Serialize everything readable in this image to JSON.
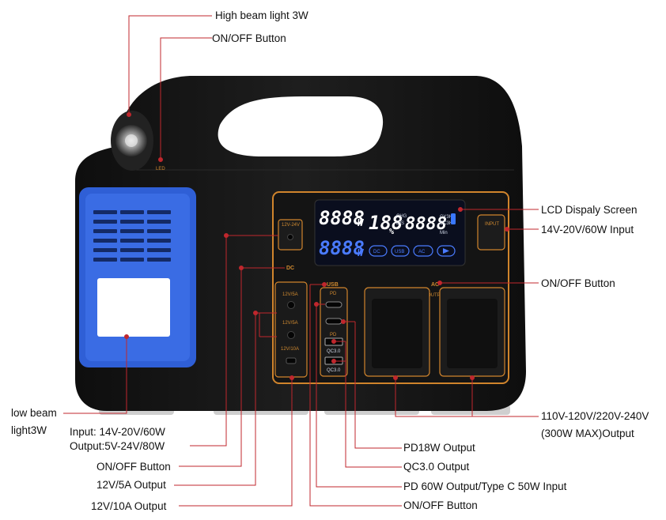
{
  "device": {
    "led_text": "LED",
    "dc_label": "DC",
    "usb_label": "USB",
    "ac_label": "AC",
    "ac_output_text": "OUTPUT",
    "input_port_text": "INPUT",
    "dc_input_text": "12V-24V",
    "dc_out_1": "12V/5A",
    "dc_out_2": "12V/5A",
    "dc_out_3": "12V/10A",
    "usb_pd": "PD",
    "usb_pd2": "PD",
    "usb_qc1": "QC3.0",
    "usb_qc2": "QC3.0"
  },
  "lcd": {
    "top_left": "8888",
    "top_left_unit": "W",
    "percent": "188",
    "percent_sign": "%",
    "top_right": "8888",
    "top_right_unit": "Min",
    "bottom_left": "8888",
    "bottom_left_unit": "W",
    "icon_dc": "DC",
    "icon_usb": "USB",
    "icon_ac": "AC",
    "small_left_1": "CHG",
    "small_left_2": "DIS",
    "small_right_1": "CY3H",
    "small_right_2": "CC3H"
  },
  "labels": {
    "high_beam": "High beam light 3W",
    "on_off_top": "ON/OFF Button",
    "lcd": "LCD Dispaly Screen",
    "input_14v": "14V-20V/60W Input",
    "on_off_ac": "ON/OFF Button",
    "low_beam_1": "low beam",
    "low_beam_2": "light3W",
    "dc_io_1": "Input:  14V-20V/60W",
    "dc_io_2": "Output:5V-24V/80W",
    "on_off_dc": "ON/OFF Button",
    "out_12v5a": "12V/5A Output",
    "out_12v10a": "12V/10A Output",
    "ac_out_1": "110V-120V/220V-240V",
    "ac_out_2": "(300W MAX)Output",
    "pd18": "PD18W Output",
    "qc30": "QC3.0  Output",
    "pd60": "PD 60W Output/Type C 50W Input",
    "on_off_usb": "ON/OFF Button"
  },
  "colors": {
    "body": "#161616",
    "accent_orange": "#d0842c",
    "leader_red": "#c0272d",
    "panel_blue": "#2f5fd6",
    "lcd_bg": "#0a0e1e"
  }
}
